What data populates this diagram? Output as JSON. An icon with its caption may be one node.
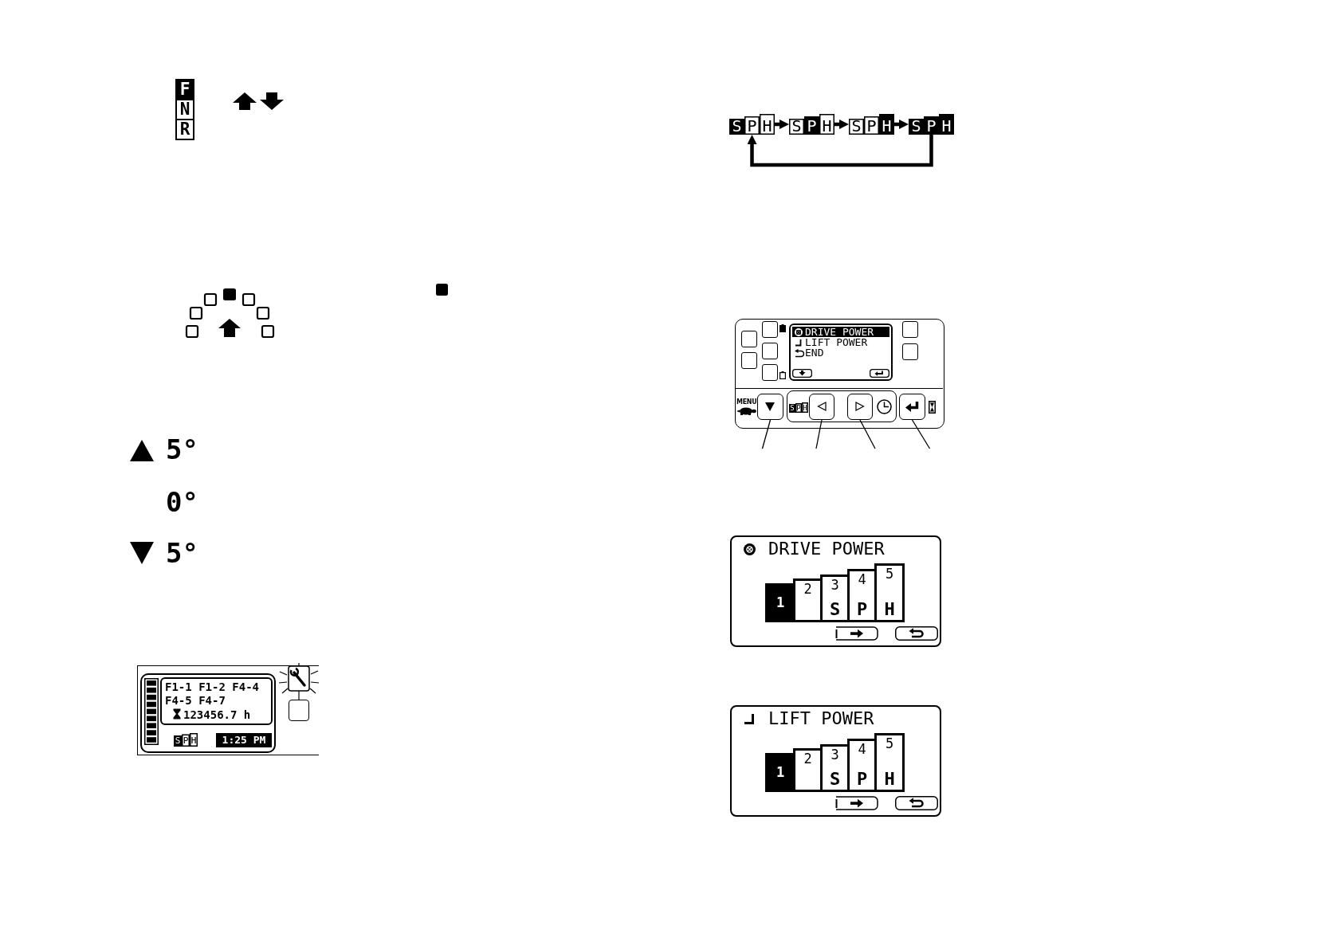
{
  "diagram": {
    "nodes": [
      {
        "text": [],
        "shape": "box"
      },
      {
        "text": [
          "F1-1 F1-2 F4-4 F4-5 F4-7",
          "123456.7 h"
        ],
        "in": 0
      },
      {
        "text": [
          "1:25 PM"
        ],
        "in": 0
      },
      {
        "text": [
          "SPH"
        ]
      },
      {
        "text": [
          "SPH"
        ]
      },
      {
        "text": [
          "SPH"
        ]
      },
      {
        "text": [
          "SPH"
        ]
      },
      {
        "text": [],
        "shape": "box"
      },
      {
        "text": [
          "DRIVE POWER",
          "LIFT POWER",
          "END"
        ],
        "in": 7
      },
      {
        "text": [],
        "shape": "box",
        "in": 7,
        "beside": [
          "MENU"
        ]
      },
      {
        "text": [],
        "shape": "box",
        "in": 7
      },
      {
        "text": [],
        "shape": "box",
        "in": 7
      },
      {
        "text": [],
        "shape": "box",
        "in": 7
      },
      {
        "text": [
          "DRIVE POWER"
        ]
      },
      {
        "text": [
          "1"
        ],
        "in": 13
      },
      {
        "text": [
          "2"
        ],
        "in": 13
      },
      {
        "text": [
          "3",
          "S"
        ],
        "in": 13
      },
      {
        "text": [
          "4",
          "P"
        ],
        "in": 13
      },
      {
        "text": [
          "5",
          "H"
        ],
        "in": 13
      },
      {
        "text": [
          "LIFT POWER"
        ]
      },
      {
        "text": [
          "1"
        ],
        "in": 19
      },
      {
        "text": [
          "2"
        ],
        "in": 19
      },
      {
        "text": [
          "3",
          "S"
        ],
        "in": 19
      },
      {
        "text": [
          "4",
          "P"
        ],
        "in": 19
      },
      {
        "text": [
          "5",
          "H"
        ],
        "in": 19
      }
    ],
    "edges": [
      {
        "from": 3,
        "to": 4,
        "arrow": "to",
        "style": "thick"
      },
      {
        "from": 4,
        "to": 5,
        "arrow": "to",
        "style": "thick"
      },
      {
        "from": 5,
        "to": 6,
        "arrow": "to",
        "style": "thick"
      },
      {
        "from": 6,
        "to": 3,
        "arrow": "to",
        "style": "thick"
      },
      {
        "from": null,
        "to": 9,
        "arrow": "none"
      },
      {
        "from": null,
        "to": 10,
        "arrow": "none"
      },
      {
        "from": null,
        "to": 11,
        "arrow": "none"
      },
      {
        "from": null,
        "to": 12,
        "arrow": "none"
      }
    ],
    "labels": [
      "F",
      "N",
      "R",
      "5°",
      "0°",
      "5°",
      "SPH",
      "SPH"
    ]
  }
}
